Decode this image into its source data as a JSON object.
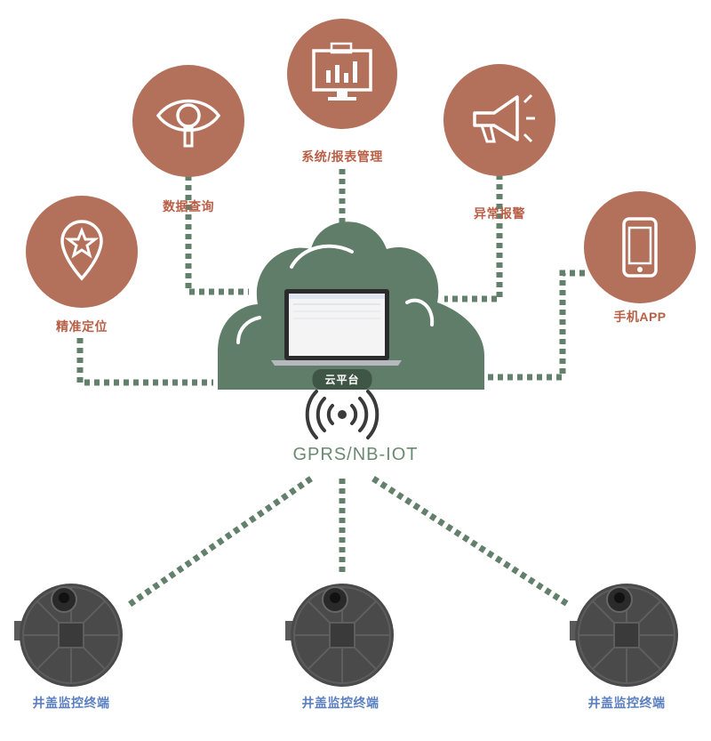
{
  "colors": {
    "node_fill": "#b3705a",
    "cloud_fill": "#5f7d68",
    "dotted_line": "#62806b",
    "label_text": "#b85f45",
    "terminal_label_text": "#5a7fc0",
    "terminal_fill": "#4a4a4a"
  },
  "cloud": {
    "label": "云平台"
  },
  "protocol": "GPRS/NB-IOT",
  "services": [
    {
      "icon": "location-star-icon",
      "label": "精准定位"
    },
    {
      "icon": "eye-search-icon",
      "label": "数据查询"
    },
    {
      "icon": "monitor-chart-icon",
      "label": "系统/报表管理"
    },
    {
      "icon": "megaphone-icon",
      "label": "异常报警"
    },
    {
      "icon": "smartphone-icon",
      "label": "手机APP"
    }
  ],
  "terminals": [
    {
      "icon": "manhole-cover-sensor-icon",
      "label": "井盖监控终端"
    },
    {
      "icon": "manhole-cover-sensor-icon",
      "label": "井盖监控终端"
    },
    {
      "icon": "manhole-cover-sensor-icon",
      "label": "井盖监控终端"
    }
  ]
}
